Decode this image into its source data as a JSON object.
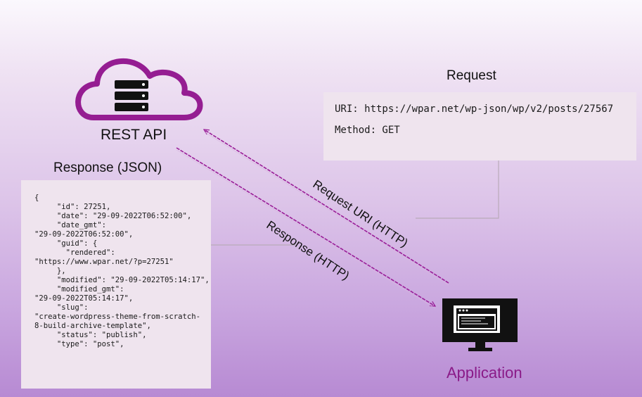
{
  "rest_api": {
    "label": "REST API",
    "icon": "cloud-server-icon"
  },
  "application": {
    "label": "Application",
    "icon": "monitor-app-icon"
  },
  "request": {
    "title": "Request",
    "uri_line": "URI: https://wpar.net/wp-json/wp/v2/posts/27567",
    "method_line": "Method: GET"
  },
  "response": {
    "title": "Response (JSON)",
    "json_text": "{\n     \"id\": 27251,\n     \"date\": \"29-09-2022T06:52:00\",\n     \"date_gmt\":\n\"29-09-2022T06:52:00\",\n     \"guid\": {\n       \"rendered\":\n\"https://www.wpar.net/?p=27251\"\n     },\n     \"modified\": \"29-09-2022T05:14:17\",\n     \"modified_gmt\":\n\"29-09-2022T05:14:17\",\n     \"slug\":\n\"create-wordpress-theme-from-scratch-\n8-build-archive-template\",\n     \"status\": \"publish\",\n     \"type\": \"post\","
  },
  "arrows": {
    "request_label": "Request URI (HTTP)",
    "response_label": "Response (HTTP)"
  },
  "colors": {
    "accent": "#9a1e98",
    "app_label": "#8a1a88",
    "box_fill": "#efe4ee",
    "connector": "#b9aab9"
  }
}
